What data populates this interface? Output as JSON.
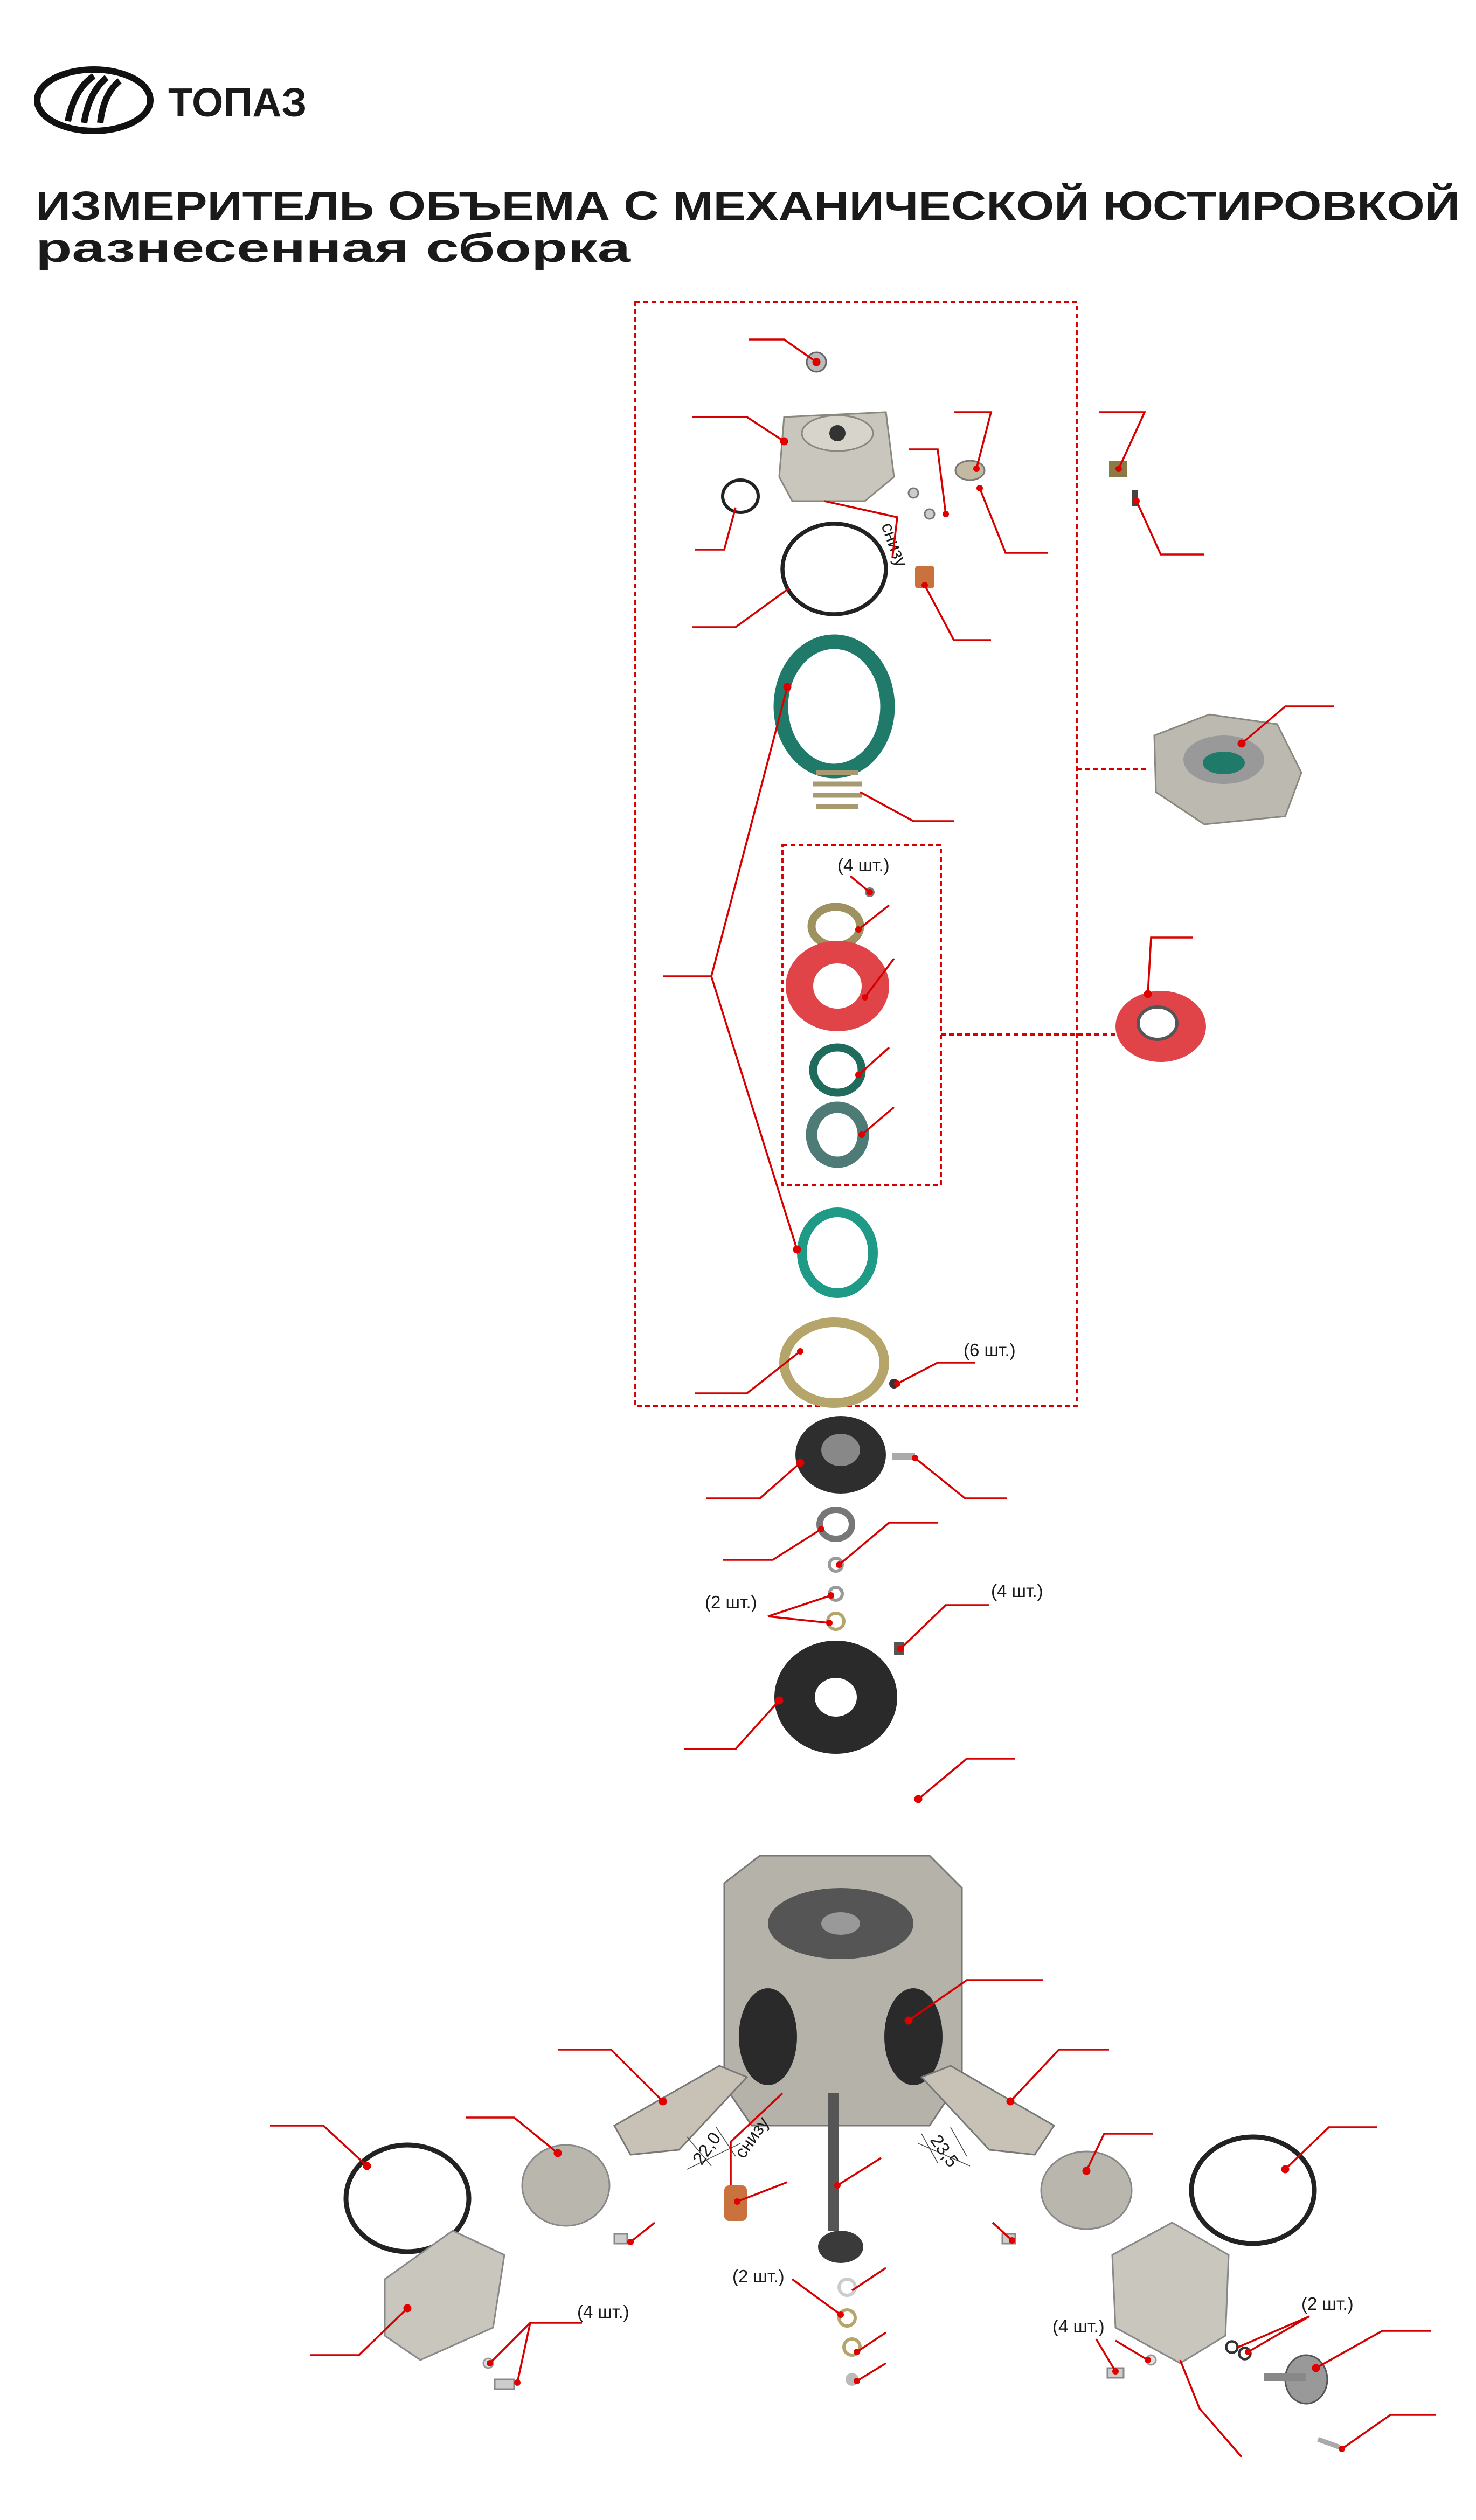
{
  "logo": {
    "text": "ТОПАЗ"
  },
  "title": {
    "line1": "ИЗМЕРИТЕЛЬ ОБЪЕМА С МЕХАНИЧЕСКОЙ ЮСТИРОВКОЙ",
    "line2": "разнесенная сборка"
  },
  "labels": {
    "qty_4_inner": "(4 шт.)",
    "qty_6": "(6 шт.)",
    "qty_2_mid": "(2 шт.)",
    "qty_4_mid": "(4 шт.)",
    "qty_2_bottom": "(2 шт.)",
    "qty_4_left": "(4 шт.)",
    "qty_4_right": "(4 шт.)",
    "qty_2_right": "(2 шт.)",
    "from_below_top": "снизу",
    "from_below_bottom": "снизу",
    "dim_left": "22,0",
    "dim_right": "23,5"
  },
  "colors": {
    "accent": "#d60000",
    "gasket_green": "#1f7a6a",
    "membrane_red": "#e04448",
    "metal": "#b9b6ad",
    "brass": "#b5a56a"
  }
}
